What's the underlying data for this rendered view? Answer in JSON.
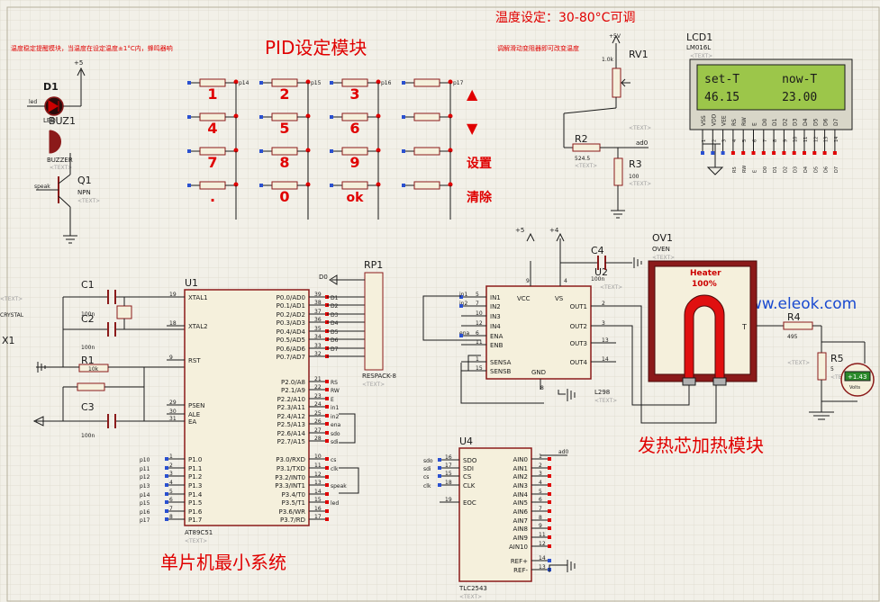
{
  "colors": {
    "background": "#f2f0e8",
    "grid": "#ddd9cc",
    "wire": "#1a1a1a",
    "component": "#8b1a1a",
    "chip_fill": "#f5f0dc",
    "annotation_red": "#e00000",
    "pin_text": "#1a1a1a",
    "placeholder_text": "#a0a0a0",
    "lcd_green": "#9cc64a",
    "watermark": "#1a4ad0"
  },
  "annotations": {
    "temp_setting": "温度设定：30-80°C可调",
    "pid_module": "PID设定模块",
    "stability_note": "温度稳定提醒模块，当温度在设定温度±1°C内，蜂鸣器响",
    "pot_note": "调解滑动变阻器即可改变温度",
    "heater_module": "发热芯加热模块",
    "mcu_module": "单片机最小系统",
    "watermark": "www.eleok.com"
  },
  "text_placeholder": "<TEXT>",
  "keypad": {
    "keys": [
      "1",
      "2",
      "3",
      "▲",
      "4",
      "5",
      "6",
      "▼",
      "7",
      "8",
      "9",
      "设置",
      ".",
      "0",
      "ok",
      "清除"
    ],
    "pins": [
      "p14",
      "p15",
      "p16",
      "p17"
    ]
  },
  "components": {
    "d1": {
      "ref": "D1",
      "part": "LED",
      "net": "led"
    },
    "buzzer": {
      "ref": "BUZ1",
      "part": "BUZZER"
    },
    "q1": {
      "ref": "Q1",
      "part": "NPN",
      "net": "speak"
    },
    "c1": {
      "ref": "C1",
      "value": "100n"
    },
    "c2": {
      "ref": "C2",
      "value": "100n"
    },
    "c3": {
      "ref": "C3",
      "value": "100n"
    },
    "r1": {
      "ref": "R1",
      "value": "10k"
    },
    "x1": {
      "ref": "X1",
      "part": "CRYSTAL"
    },
    "rp1": {
      "ref": "RP1",
      "part": "RESPACK-8",
      "net": "D0"
    },
    "rv1": {
      "ref": "RV1",
      "value": "1.0k",
      "supply": "+5V"
    },
    "r2": {
      "ref": "R2",
      "value": "524.5"
    },
    "r3": {
      "ref": "R3",
      "value": "100",
      "net": "ad0"
    },
    "lcd": {
      "ref": "LCD1",
      "part": "LM016L",
      "line1": "set-T      now-T",
      "line2": "46.15      23.00",
      "pins": [
        "VSS",
        "VDD",
        "VEE",
        "RS",
        "RW",
        "E",
        "D0",
        "D1",
        "D2",
        "D3",
        "D4",
        "D5",
        "D6",
        "D7"
      ],
      "pin_nums": [
        "1",
        "2",
        "3",
        "4",
        "5",
        "6",
        "7",
        "8",
        "9",
        "10",
        "11",
        "12",
        "13",
        "14"
      ],
      "nets": [
        "RS",
        "RW",
        "E",
        "D0",
        "D1",
        "D2",
        "D3",
        "D4",
        "D5",
        "D6",
        "D7"
      ]
    },
    "u2": {
      "ref": "U2",
      "part": "L298",
      "supply_a": "+5",
      "supply_b": "+4",
      "left": [
        "IN1",
        "IN2",
        "IN3",
        "IN4",
        "ENA",
        "ENB",
        "SENSA",
        "SENSB"
      ],
      "left_nums": [
        "5",
        "7",
        "10",
        "12",
        "6",
        "11",
        "1",
        "15"
      ],
      "left_nets": [
        "in1",
        "in2",
        "",
        "",
        "ena",
        "",
        "",
        ""
      ],
      "top": [
        "VCC",
        "VS",
        "GND"
      ],
      "top_nums": [
        "9",
        "4",
        "8"
      ],
      "right": [
        "OUT1",
        "OUT2",
        "OUT3",
        "OUT4"
      ],
      "right_nums": [
        "2",
        "3",
        "13",
        "14"
      ]
    },
    "c4": {
      "ref": "C4",
      "value": "100n"
    },
    "oven": {
      "ref": "OV1",
      "part": "OVEN",
      "label": "Heater",
      "value": "100%",
      "pin": "T"
    },
    "r4": {
      "ref": "R4",
      "value": "495"
    },
    "r5": {
      "ref": "R5",
      "value": "5"
    },
    "voltmeter": {
      "reading": "+1.43",
      "unit": "Volts"
    },
    "u1": {
      "ref": "U1",
      "part": "AT89C51",
      "left": [
        "XTAL1",
        "XTAL2",
        "RST",
        "PSEN",
        "ALE",
        "EA",
        "P1.0",
        "P1.1",
        "P1.2",
        "P1.3",
        "P1.4",
        "P1.5",
        "P1.6",
        "P1.7"
      ],
      "left_nums": [
        "19",
        "18",
        "9",
        "29",
        "30",
        "31",
        "1",
        "2",
        "3",
        "4",
        "5",
        "6",
        "7",
        "8"
      ],
      "p1_nets": [
        "p10",
        "p11",
        "p12",
        "p13",
        "p14",
        "p15",
        "p16",
        "p17"
      ],
      "right": [
        "P0.0/AD0",
        "P0.1/AD1",
        "P0.2/AD2",
        "P0.3/AD3",
        "P0.4/AD4",
        "P0.5/AD5",
        "P0.6/AD6",
        "P0.7/AD7",
        "P2.0/A8",
        "P2.1/A9",
        "P2.2/A10",
        "P2.3/A11",
        "P2.4/A12",
        "P2.5/A13",
        "P2.6/A14",
        "P2.7/A15",
        "P3.0/RXD",
        "P3.1/TXD",
        "P3.2/INT0",
        "P3.3/INT1",
        "P3.4/T0",
        "P3.5/T1",
        "P3.6/WR",
        "P3.7/RD"
      ],
      "right_nums": [
        "39",
        "38",
        "37",
        "36",
        "35",
        "34",
        "33",
        "32",
        "21",
        "22",
        "23",
        "24",
        "25",
        "26",
        "27",
        "28",
        "10",
        "11",
        "12",
        "13",
        "14",
        "15",
        "16",
        "17"
      ],
      "p0_nets": [
        "D1",
        "D2",
        "D3",
        "D4",
        "D5",
        "D6",
        "D7",
        ""
      ],
      "p2_nets": [
        "RS",
        "RW",
        "E",
        "in1",
        "in2",
        "ena",
        "sdo",
        "sdi"
      ],
      "p3_nets": [
        "cs",
        "clk",
        "",
        "speak",
        "",
        "led",
        "",
        ""
      ]
    },
    "u4": {
      "ref": "U4",
      "part": "TLC2543",
      "left": [
        "SDO",
        "SDI",
        "CS",
        "CLK",
        "EOC"
      ],
      "left_nums": [
        "16",
        "17",
        "15",
        "18",
        "19"
      ],
      "left_nets": [
        "sdo",
        "sdi",
        "cs",
        "clk",
        ""
      ],
      "right": [
        "AIN0",
        "AIN1",
        "AIN2",
        "AIN3",
        "AIN4",
        "AIN5",
        "AIN6",
        "AIN7",
        "AIN8",
        "AIN9",
        "AIN10",
        "REF+",
        "REF-"
      ],
      "right_nums": [
        "1",
        "2",
        "3",
        "4",
        "5",
        "6",
        "7",
        "8",
        "9",
        "11",
        "12",
        "14",
        "13"
      ],
      "net": "ad0"
    }
  },
  "supplies": {
    "plus5": "+5"
  }
}
